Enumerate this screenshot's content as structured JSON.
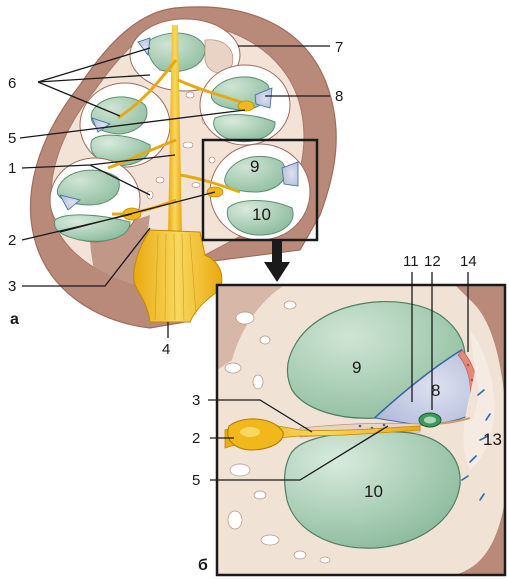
{
  "figure": {
    "panels": {
      "a": "a",
      "b": "б"
    },
    "overview_labels": {
      "l1": "1",
      "l2": "2",
      "l3": "3",
      "l4": "4",
      "l5": "5",
      "l6": "6",
      "l7": "7",
      "l8": "8",
      "l9": "9",
      "l10": "10"
    },
    "detail_labels": {
      "l2": "2",
      "l3": "3",
      "l5": "5",
      "l8": "8",
      "l9": "9",
      "l10": "10",
      "l11": "11",
      "l12": "12",
      "l13": "13",
      "l14": "14"
    },
    "colors": {
      "bone": "#b98a79",
      "bone_dark": "#9d6c5c",
      "spongy": "#f2e3d6",
      "scala": "#86b898",
      "scala_light": "#cfe5d4",
      "duct": "#bcc4df",
      "nerve": "#f0b81a",
      "nerve_light": "#f8d860",
      "white": "#ffffff",
      "line": "#1a1a1a"
    }
  }
}
